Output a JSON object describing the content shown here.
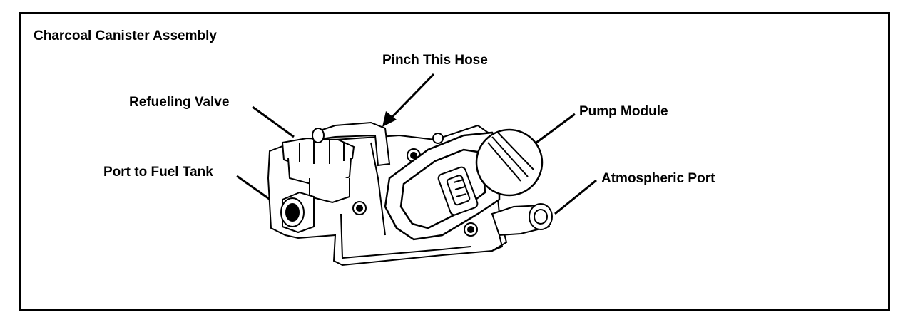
{
  "diagram": {
    "title": "Charcoal Canister Assembly",
    "callouts": {
      "pinch_hose": "Pinch This Hose",
      "refueling_valve": "Refueling Valve",
      "pump_module": "Pump Module",
      "port_fuel_tank": "Port to Fuel Tank",
      "atmospheric_port": "Atmospheric Port"
    }
  }
}
